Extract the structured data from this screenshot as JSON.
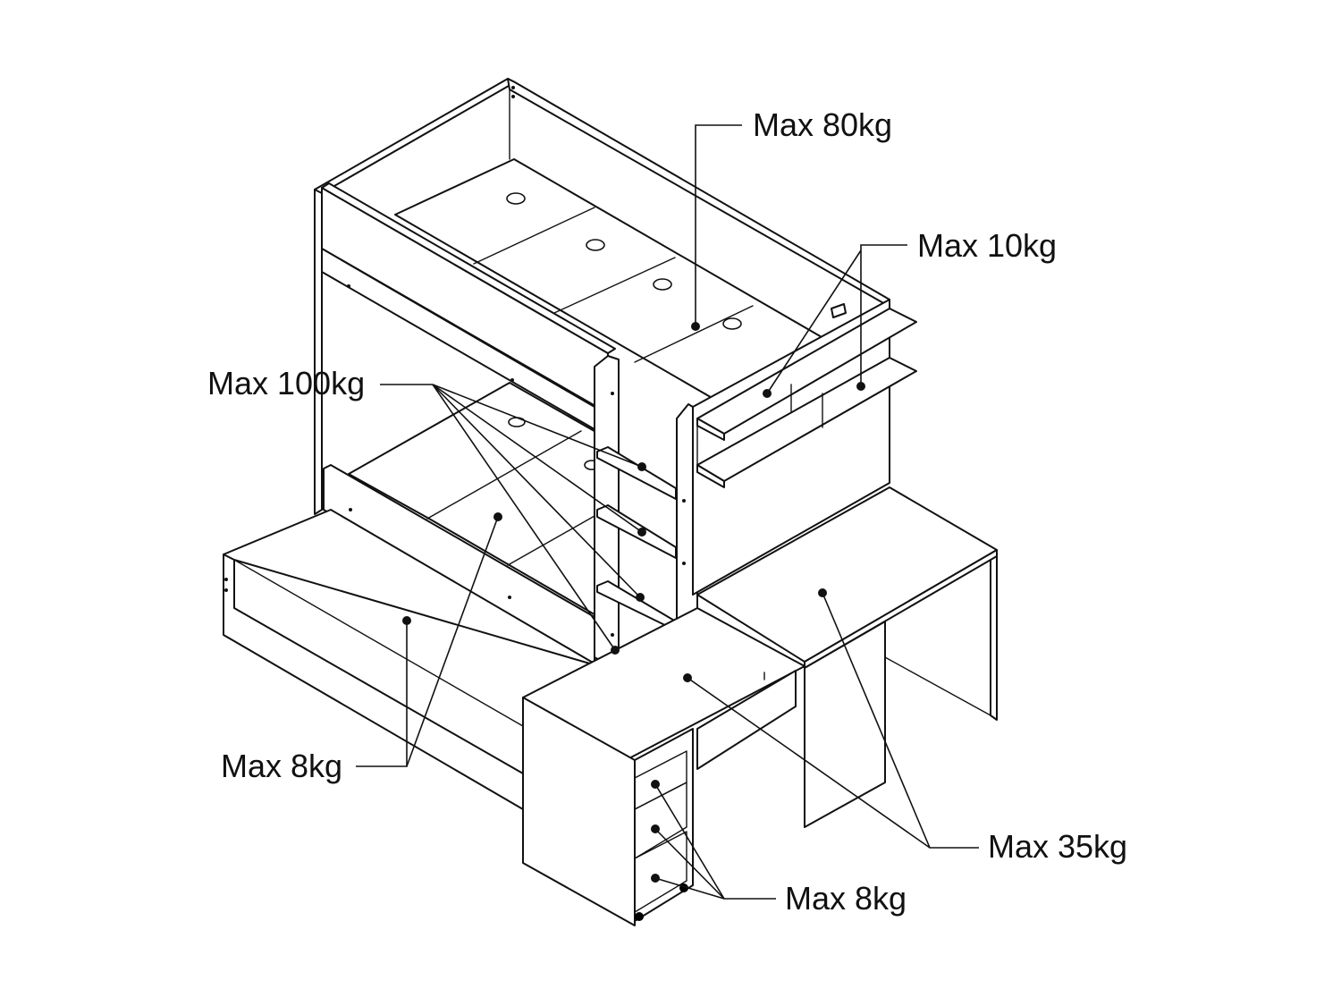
{
  "labels": {
    "top_bed": "Max 80kg",
    "shelves": "Max 10kg",
    "steps": "Max 100kg",
    "lower_bed": "Max 8kg",
    "desks": "Max 35kg",
    "drawers": "Max 8kg"
  },
  "colors": {
    "line": "#111111",
    "background": "#ffffff",
    "warning_label": "#e04545"
  }
}
